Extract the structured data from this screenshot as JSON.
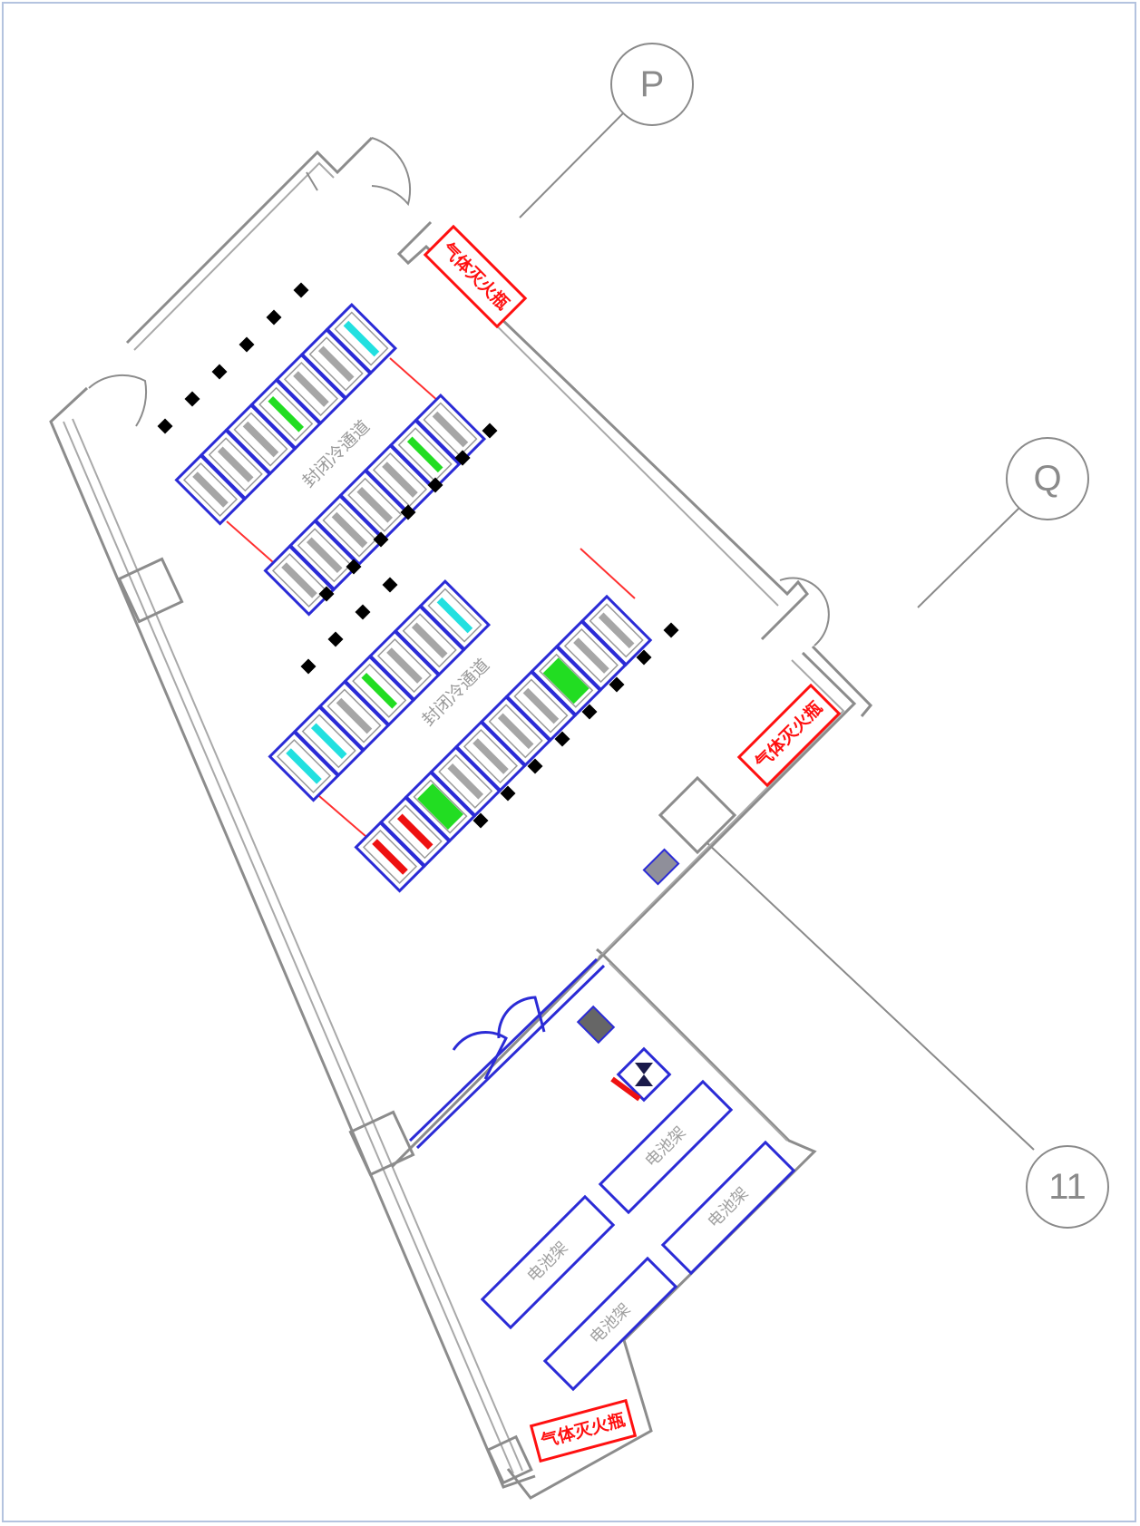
{
  "grid_markers": [
    "P",
    "Q",
    "11"
  ],
  "cold_aisles": [
    {
      "label": "封闭冷通道"
    },
    {
      "label": "封闭冷通道"
    }
  ],
  "fire_cabinets": [
    {
      "label": "气体灭火瓶"
    },
    {
      "label": "气体灭火瓶"
    },
    {
      "label": "气体灭火瓶"
    }
  ],
  "battery_racks": [
    {
      "label": "电池架"
    },
    {
      "label": "电池架"
    },
    {
      "label": "电池架"
    },
    {
      "label": "电池架"
    }
  ],
  "colors": {
    "rack_outline": "#2b2bd6",
    "precision_ac": "#22dd22",
    "row_ac": "#22e0e0",
    "power_cabinet": "#ee1111",
    "fire_label": "#ff1010"
  }
}
